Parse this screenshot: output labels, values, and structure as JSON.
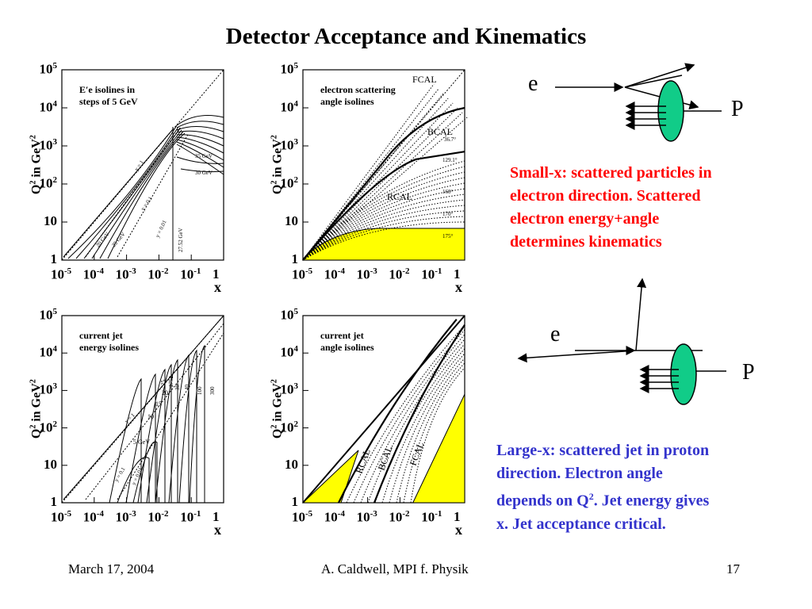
{
  "title": "Detector Acceptance and Kinematics",
  "axis": {
    "ylabel_main": "Q",
    "ylabel_sup": "2",
    "ylabel_unit": " in GeV",
    "ylabel_unit_sup": "2",
    "xlabel": "x",
    "y_ticks": [
      {
        "base": "10",
        "exp": "5"
      },
      {
        "base": "10",
        "exp": "4"
      },
      {
        "base": "10",
        "exp": "3"
      },
      {
        "base": "10",
        "exp": "2"
      },
      {
        "base": "10",
        "exp": ""
      },
      {
        "base": "1",
        "exp": ""
      }
    ],
    "x_ticks": [
      {
        "base": "10",
        "exp": "-5"
      },
      {
        "base": "10",
        "exp": "-4"
      },
      {
        "base": "10",
        "exp": "-3"
      },
      {
        "base": "10",
        "exp": "-2"
      },
      {
        "base": "10",
        "exp": "-1"
      },
      {
        "base": "1",
        "exp": ""
      }
    ]
  },
  "plots": [
    {
      "annotation_lines": [
        "E′e isolines in",
        "steps of 5 GeV"
      ],
      "labels": [
        "35 GeV",
        "30 GeV",
        "y = 1",
        "y = 0.1",
        "y = 0.01",
        "20 GeV",
        "25 GeV",
        "27.52 GeV"
      ]
    },
    {
      "annotation_lines": [
        "electron scattering",
        "angle isolines"
      ],
      "labels": [
        "FCAL",
        "36.7°",
        "BCAL",
        "129.1°",
        "RCAL",
        "160°",
        "170°",
        "175°"
      ]
    },
    {
      "annotation_lines": [
        "current jet",
        "energy isolines"
      ],
      "labels": [
        "y = 1",
        "2752",
        "25",
        "20",
        "15",
        "10",
        "5 GeV",
        "y = 0.1",
        "y = 0.01",
        "30",
        "40",
        "100",
        "300"
      ]
    },
    {
      "annotation_lines": [
        "current jet",
        "angle isolines"
      ],
      "labels": [
        "RCAL",
        "BCAL",
        "FCAL"
      ]
    }
  ],
  "diagram_top": {
    "e_label": "e",
    "p_label": "P"
  },
  "diagram_bottom": {
    "e_label": "e",
    "p_label": "P"
  },
  "notes": {
    "small_x": [
      "Small-x: scattered particles in",
      "electron direction.  Scattered",
      "electron energy+angle",
      "determines kinematics"
    ],
    "large_x": {
      "line1": "Large-x: scattered jet in proton",
      "line2": "direction.  Electron angle",
      "line3_pre": "depends on Q",
      "line3_sup": "2",
      "line3_post": ". Jet energy gives",
      "line4": "x. Jet acceptance critical."
    }
  },
  "footer": {
    "date": "March 17, 2004",
    "author": "A. Caldwell, MPI f. Physik",
    "page": "17"
  },
  "colors": {
    "fill": "#ffff00",
    "proton": "#11cc88",
    "small_x_text": "#ff0000",
    "large_x_text": "#3333cc"
  }
}
